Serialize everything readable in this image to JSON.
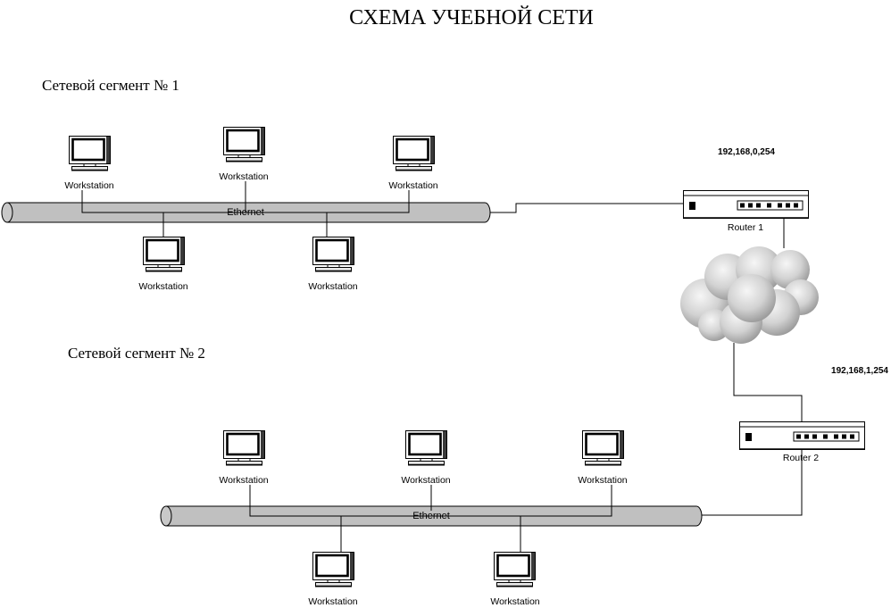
{
  "title": "СХЕМА УЧЕБНОЙ СЕТИ",
  "segments": [
    {
      "label": "Сетевой сегмент № 1",
      "bus_label": "Ethernet",
      "workstations": [
        "Workstation",
        "Workstation",
        "Workstation",
        "Workstation",
        "Workstation"
      ]
    },
    {
      "label": "Сетевой сегмент № 2",
      "bus_label": "Ethernet",
      "workstations": [
        "Workstation",
        "Workstation",
        "Workstation",
        "Workstation",
        "Workstation"
      ]
    }
  ],
  "routers": [
    {
      "label": "Router 1",
      "ip": "192,168,0,254"
    },
    {
      "label": "Router 2",
      "ip": "192,168,1,254"
    }
  ],
  "icons": {
    "workstation": "workstation-icon",
    "router": "router-icon",
    "network": "cloud-icon",
    "bus": "ethernet-bus-icon"
  },
  "colors": {
    "bus_fill": "#c0c0c0",
    "cloud": "#cfcfcf",
    "line": "#000000"
  }
}
